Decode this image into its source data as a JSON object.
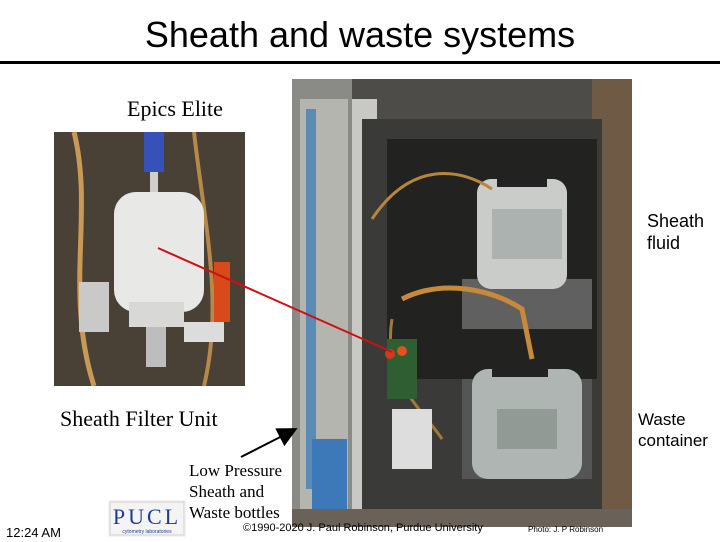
{
  "slide": {
    "title": "Sheath and waste systems",
    "epics_label": "Epics Elite",
    "sheath_fluid_label_line1": "Sheath",
    "sheath_fluid_label_line2": "fluid",
    "filter_label": "Sheath Filter Unit",
    "waste_label_line1": "Waste",
    "waste_label_line2": "container",
    "low_pressure_line1": "Low Pressure",
    "low_pressure_line2": "Sheath and",
    "low_pressure_line3": "Waste bottles",
    "time": "12:24 AM",
    "copyright": "©1990-2020 J. Paul Robinson, Purdue University",
    "photo_credit": "Photo: J. P Robinson",
    "logo_text": "PUCL",
    "logo_subtext": "cytometry laboratories"
  },
  "colors": {
    "pointer_red": "#d01010",
    "pointer_black": "#000000",
    "logo_blue": "#1e3e8c"
  }
}
